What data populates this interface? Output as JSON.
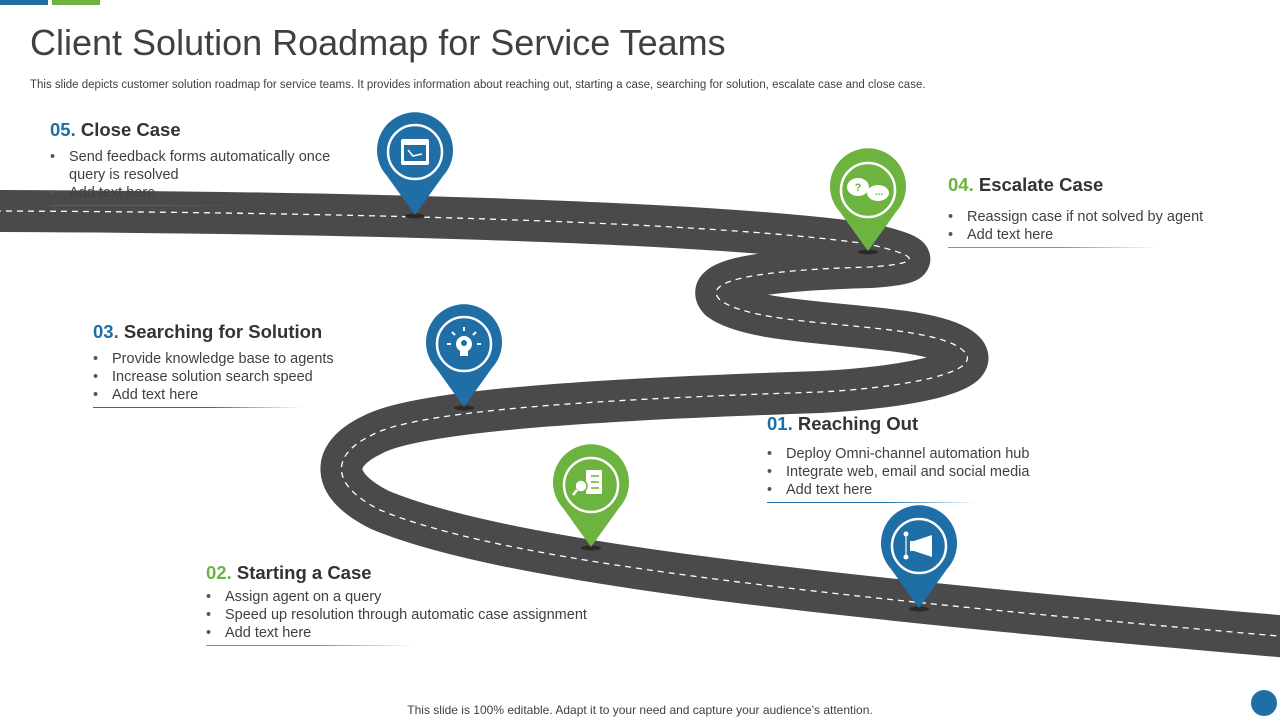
{
  "title": "Client Solution Roadmap for Service Teams",
  "subtitle": "This slide depicts customer solution roadmap for service teams. It provides information about reaching out, starting a case, searching for solution, escalate case and close case.",
  "colors": {
    "blue": "#1f6ea6",
    "green": "#6cb33f",
    "road": "#4a4a4a",
    "text": "#404040"
  },
  "steps": [
    {
      "num": "01.",
      "title": "Reaching Out",
      "color": "blue",
      "icon": "megaphone-icon",
      "items": [
        "Deploy Omni-channel automation hub",
        "Integrate web, email and social media",
        "Add text here"
      ]
    },
    {
      "num": "02.",
      "title": "Starting a Case",
      "color": "green",
      "icon": "checklist-search-icon",
      "items": [
        "Assign agent on a query",
        "Speed up resolution through automatic case assignment",
        "Add text here"
      ]
    },
    {
      "num": "03.",
      "title": "Searching for Solution",
      "color": "blue",
      "icon": "lightbulb-icon",
      "items": [
        "Provide knowledge base to agents",
        "Increase solution search speed",
        "Add text here"
      ]
    },
    {
      "num": "04.",
      "title": "Escalate Case",
      "color": "green",
      "icon": "chat-bubbles-icon",
      "items": [
        "Reassign case if not solved by agent",
        "Add text here"
      ]
    },
    {
      "num": "05.",
      "title": "Close Case",
      "color": "blue",
      "icon": "inbox-tray-icon",
      "items": [
        "Send feedback forms automatically once query is resolved",
        "Add text here"
      ]
    }
  ],
  "footer": "This slide is 100% editable. Adapt it to your need and capture your audience’s attention."
}
